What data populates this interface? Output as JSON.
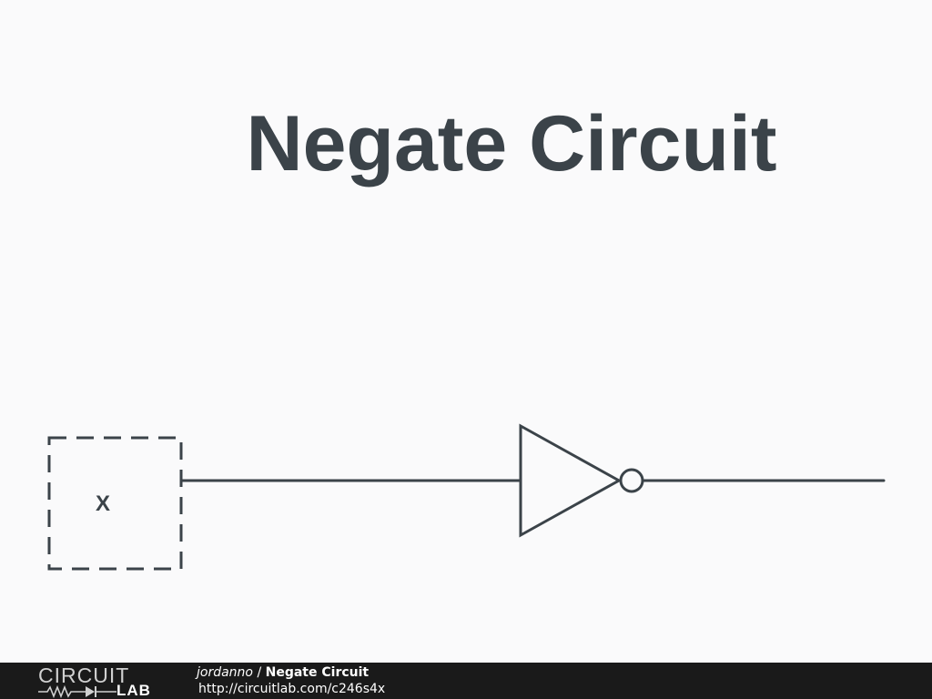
{
  "title": "Negate Circuit",
  "schematic": {
    "input_label": "X",
    "components": [
      "input-port",
      "wire",
      "not-gate",
      "output-wire"
    ],
    "stroke_color": "#3b4349"
  },
  "footer": {
    "logo_top": "CIRCUIT",
    "logo_bottom": "LAB",
    "author": "jordanno",
    "separator": " / ",
    "circuit_name": "Negate Circuit",
    "url": "http://circuitlab.com/c246s4x"
  },
  "colors": {
    "background": "#fafafb",
    "foreground": "#3b4349",
    "footer_bg": "#1a1a1a"
  }
}
